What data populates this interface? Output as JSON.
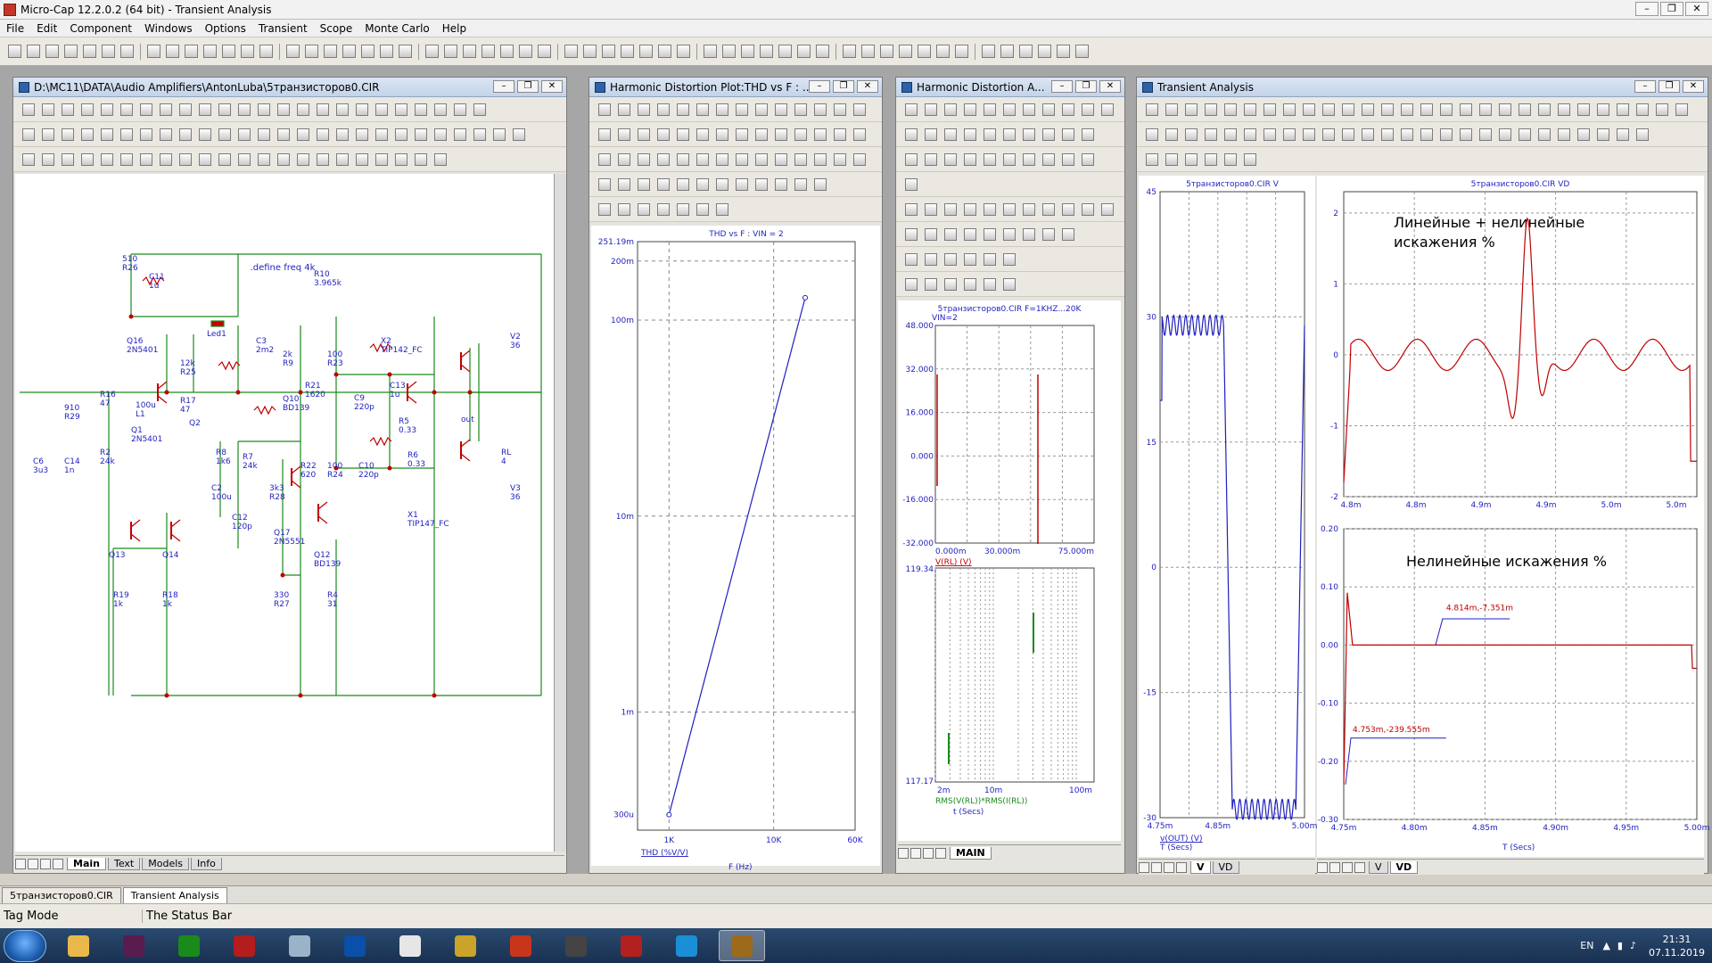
{
  "app": {
    "title": "Micro-Cap 12.2.0.2 (64 bit) - Transient Analysis",
    "window_controls": [
      "–",
      "❐",
      "✕"
    ]
  },
  "menu": [
    "File",
    "Edit",
    "Component",
    "Windows",
    "Options",
    "Transient",
    "Scope",
    "Monte Carlo",
    "Help"
  ],
  "schematic_window": {
    "title": "D:\\MC11\\DATA\\Audio Amplifiers\\AntonLuba\\5транзисторов0.CIR",
    "define_text": ".define freq 4k",
    "components": [
      {
        "ref": "510",
        "sub": "R26"
      },
      {
        "ref": "C11",
        "sub": "1u"
      },
      {
        "ref": "Led1",
        "sub": ""
      },
      {
        "ref": "R10",
        "sub": "3.965k"
      },
      {
        "ref": "Q16",
        "sub": "2N5401"
      },
      {
        "ref": "12k",
        "sub": "R25"
      },
      {
        "ref": "C3",
        "sub": "2m2"
      },
      {
        "ref": "2k",
        "sub": "R9"
      },
      {
        "ref": "100",
        "sub": "R23"
      },
      {
        "ref": "X2",
        "sub": "TIP142_FC"
      },
      {
        "ref": "V2",
        "sub": "36"
      },
      {
        "ref": "R16",
        "sub": "47"
      },
      {
        "ref": "100u",
        "sub": "L1"
      },
      {
        "ref": "R17",
        "sub": "47"
      },
      {
        "ref": "R21",
        "sub": "1620"
      },
      {
        "ref": "C9",
        "sub": "220p"
      },
      {
        "ref": "C13",
        "sub": "1u"
      },
      {
        "ref": "Q10",
        "sub": "BD139"
      },
      {
        "ref": "R5",
        "sub": "0.33"
      },
      {
        "ref": "910",
        "sub": "R29"
      },
      {
        "ref": "Q1",
        "sub": "2N5401"
      },
      {
        "ref": "Q2",
        "sub": ""
      },
      {
        "ref": "out",
        "sub": ""
      },
      {
        "ref": "C6",
        "sub": "3u3"
      },
      {
        "ref": "C14",
        "sub": "1n"
      },
      {
        "ref": "R2",
        "sub": "24k"
      },
      {
        "ref": "R8",
        "sub": "1k6"
      },
      {
        "ref": "R7",
        "sub": "24k"
      },
      {
        "ref": "R22",
        "sub": "620"
      },
      {
        "ref": "100",
        "sub": "R24"
      },
      {
        "ref": "C10",
        "sub": "220p"
      },
      {
        "ref": "R6",
        "sub": "0.33"
      },
      {
        "ref": "RL",
        "sub": "4"
      },
      {
        "ref": "3k3",
        "sub": "R28"
      },
      {
        "ref": "C2",
        "sub": "100u"
      },
      {
        "ref": "C12",
        "sub": "120p"
      },
      {
        "ref": "V3",
        "sub": "36"
      },
      {
        "ref": "X1",
        "sub": "TIP147_FC"
      },
      {
        "ref": "Q17",
        "sub": "2N5551"
      },
      {
        "ref": "Q13",
        "sub": ""
      },
      {
        "ref": "Q14",
        "sub": ""
      },
      {
        "ref": "Q12",
        "sub": "BD139"
      },
      {
        "ref": "R19",
        "sub": "1k"
      },
      {
        "ref": "R18",
        "sub": "1k"
      },
      {
        "ref": "330",
        "sub": "R27"
      },
      {
        "ref": "R4",
        "sub": "31"
      }
    ],
    "bottom_tabs": [
      "Main",
      "Text",
      "Models",
      "Info"
    ],
    "active_tab": "Main"
  },
  "thd_window": {
    "title": "Harmonic Distortion Plot:THD vs F : ...",
    "chart_data": {
      "type": "line",
      "title": "THD vs F : VIN = 2",
      "xlabel": "F (Hz)",
      "ylabel": "THD (%V/V)",
      "xscale": "log",
      "yscale": "log",
      "x_ticks": [
        "1K",
        "10K",
        "60K"
      ],
      "y_ticks": [
        "251.19m",
        "200m",
        "100m",
        "10m",
        "1m",
        "300u"
      ],
      "series": [
        {
          "color": "#1f1fbf",
          "x": [
            1000,
            20000
          ],
          "y": [
            0.0003,
            0.13
          ]
        }
      ]
    }
  },
  "ha_window": {
    "title": "Harmonic Distortion A...",
    "top_chart": {
      "title_line1": "5транзисторов0.CIR F=1KHZ...20K",
      "title_line2": "VIN=2",
      "y_ticks": [
        "48.000",
        "32.000",
        "16.000",
        "0.000",
        "-16.000",
        "-32.000"
      ],
      "x_ticks": [
        "0.000m",
        "30.000m",
        "75.000m"
      ],
      "trace_label": "V(RL) (V)"
    },
    "bottom_chart": {
      "y_ticks": [
        "119.34",
        "117.17"
      ],
      "x_ticks": [
        "2m",
        "10m",
        "100m"
      ],
      "trace_label": "RMS(V(RL))*RMS(I(RL))",
      "xlabel": "t (Secs)"
    },
    "bottom_tabs": [
      "MAIN"
    ]
  },
  "transient_window": {
    "title": "Transient Analysis",
    "v_chart": {
      "title": "5транзисторов0.CIR V",
      "y_ticks": [
        "45",
        "30",
        "15",
        "0",
        "-15",
        "-30"
      ],
      "x_ticks": [
        "4.75m",
        "4.85m",
        "5.00m"
      ],
      "trace_label": "v(OUT) (V)",
      "xlabel": "T (Secs)"
    },
    "vd_top": {
      "title": "5транзисторов0.CIR VD",
      "annotation": "Линейные + нелинейные искажения %",
      "y_ticks": [
        "2",
        "1",
        "0",
        "-1",
        "-2"
      ],
      "x_ticks": [
        "4.8m",
        "4.8m",
        "4.9m",
        "4.9m",
        "5.0m",
        "5.0m"
      ]
    },
    "vd_bottom": {
      "annotation": "Нелинейные искажения %",
      "y_ticks": [
        "0.20",
        "0.10",
        "0.00",
        "-0.10",
        "-0.20",
        "-0.30"
      ],
      "x_ticks": [
        "4.75m",
        "4.80m",
        "4.85m",
        "4.90m",
        "4.95m",
        "5.00m"
      ],
      "label1": "4.814m,-7.351m",
      "label2": "4.753m,-239.555m",
      "xlabel": "T (Secs)"
    },
    "left_tabs": [
      "V",
      "VD"
    ],
    "right_tabs": [
      "V",
      "VD"
    ]
  },
  "doc_tabs": [
    "5транзисторов0.CIR",
    "Transient Analysis"
  ],
  "active_doc_tab": "Transient Analysis",
  "status": {
    "mode": "Tag Mode",
    "text": "The Status Bar"
  },
  "taskbar": {
    "apps": [
      "explorer",
      "indesign",
      "green-app",
      "filezilla",
      "calculator",
      "blue-app",
      "chrome",
      "folder-app",
      "yandex",
      "alien-app",
      "yandex-browser",
      "skype",
      "microcap"
    ],
    "lang": "EN",
    "time": "21:31",
    "date": "07.11.2019"
  }
}
